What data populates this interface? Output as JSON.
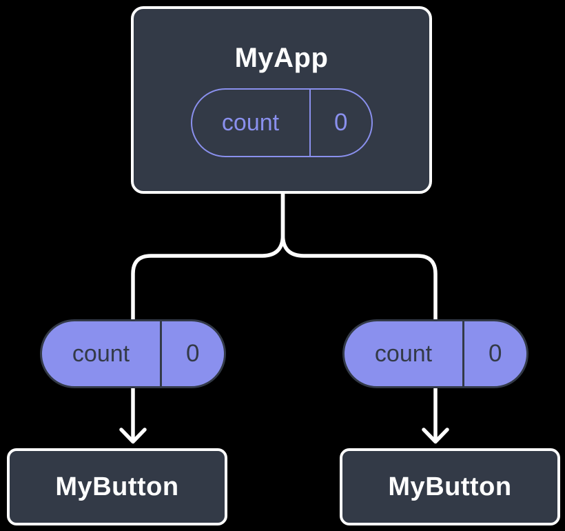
{
  "colors": {
    "bg": "#000000",
    "node_fill": "#333A47",
    "node_border": "#FFFFFF",
    "node_text": "#FFFFFF",
    "connector": "#FFFFFF",
    "pill_fill": "#8A90EE",
    "pill_border": "#333A47",
    "pill_text": "#333A47",
    "pill_outline": "#8A90EE"
  },
  "tree": {
    "root": {
      "title": "MyApp",
      "state": {
        "name": "count",
        "value": "0"
      }
    },
    "props": [
      {
        "name": "count",
        "value": "0"
      },
      {
        "name": "count",
        "value": "0"
      }
    ],
    "children": [
      {
        "title": "MyButton"
      },
      {
        "title": "MyButton"
      }
    ]
  }
}
